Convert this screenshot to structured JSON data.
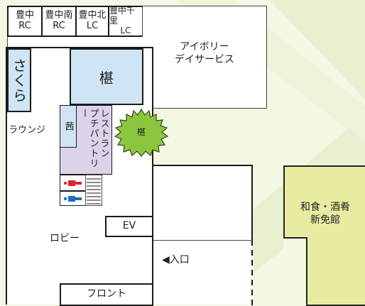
{
  "rooms": {
    "club1": {
      "line1": "豊中",
      "line2": "RC"
    },
    "club2": {
      "line1": "豊中南",
      "line2": "RC"
    },
    "club3": {
      "line1": "豊中北",
      "line2": "LC"
    },
    "club4": {
      "line1": "豊中千里",
      "line2": "LC"
    },
    "ivory": {
      "line1": "アイボリー",
      "line2": "デイサービス"
    },
    "sakura": "さくら",
    "kaede": "椹",
    "akane": "茜",
    "restaurant": "レストラン",
    "pantry": "プチパントリー",
    "lounge": "ラウンジ",
    "tree": "椹",
    "ev": "EV",
    "lobby": "ロビー",
    "entrance": "◀入口",
    "front": "フロント",
    "washoku": {
      "line1": "和食・酒肴",
      "line2": "新免館"
    }
  },
  "colors": {
    "light_blue": "#cfe4f4",
    "lavender": "#dcd2ea",
    "tree_green": "#8cc63f",
    "annex_yellow": "#e8eca0",
    "annex_border": "#222222",
    "background": "#f3f7e4",
    "restroom_male": "#1d6fc0",
    "restroom_female": "#e0242b"
  },
  "icons": {
    "restroom_female": "restroom-female-icon",
    "restroom_male": "restroom-male-icon",
    "stairs": "stairs-icon"
  }
}
